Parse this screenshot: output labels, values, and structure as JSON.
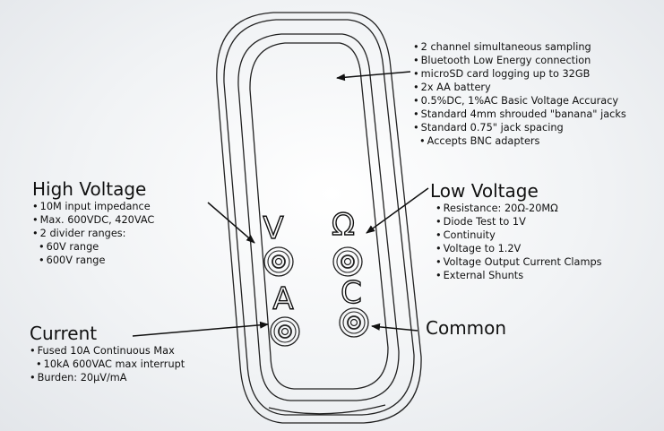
{
  "features": {
    "items": [
      {
        "text": "2 channel simultaneous sampling"
      },
      {
        "text": "Bluetooth Low Energy connection"
      },
      {
        "text": "microSD card logging up to 32GB"
      },
      {
        "text": "2x AA battery"
      },
      {
        "text": "0.5%DC, 1%AC Basic Voltage Accuracy"
      },
      {
        "text": "Standard 4mm shrouded \"banana\" jacks"
      },
      {
        "text": "Standard 0.75\" jack spacing"
      },
      {
        "text": "Accepts BNC adapters"
      }
    ]
  },
  "high_voltage": {
    "title": "High Voltage",
    "items": [
      {
        "text": "10M input impedance"
      },
      {
        "text": "Max. 600VDC, 420VAC"
      },
      {
        "text": "2 divider ranges:"
      },
      {
        "text": "60V range"
      },
      {
        "text": "600V range"
      }
    ]
  },
  "low_voltage": {
    "title": "Low Voltage",
    "items": [
      {
        "text": "Resistance: 20Ω-20MΩ"
      },
      {
        "text": "Diode Test to 1V"
      },
      {
        "text": "Continuity"
      },
      {
        "text": "Voltage to 1.2V"
      },
      {
        "text": "Voltage Output Current Clamps"
      },
      {
        "text": "External Shunts"
      }
    ]
  },
  "current": {
    "title": "Current",
    "items": [
      {
        "text": "Fused 10A Continuous Max"
      },
      {
        "text": "10kA 600VAC max interrupt"
      },
      {
        "text": "Burden: 20µV/mA"
      }
    ]
  },
  "common": {
    "title": "Common"
  },
  "jack_labels": {
    "v": "V",
    "ohm": "Ω",
    "a": "A",
    "c": "C"
  },
  "colors": {
    "outline": "#222222",
    "text": "#111111",
    "background": "#f1f3f5"
  }
}
